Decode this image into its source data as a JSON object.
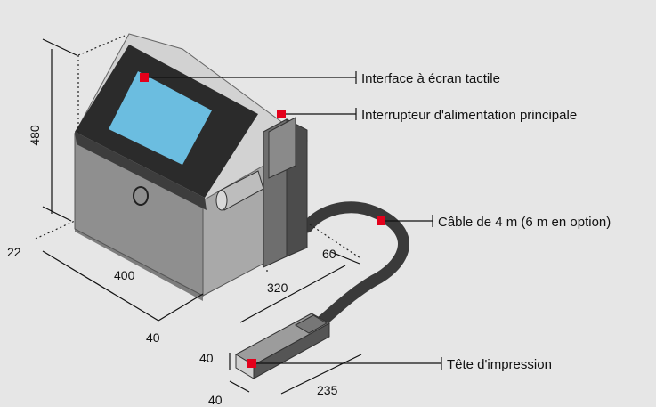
{
  "callouts": {
    "touchscreen": "Interface à écran tactile",
    "power_switch": "Interrupteur d'alimentation principale",
    "cable": "Câble de 4 m (6 m en option)",
    "print_head": "Tête d'impression"
  },
  "dimensions": {
    "height": "480",
    "width": "400",
    "depth": "320",
    "base_offset": "22",
    "base_front": "40",
    "side_depth": "60",
    "head_height": "40",
    "head_width": "40",
    "head_length": "235"
  },
  "colors": {
    "background": "#e6e6e6",
    "body_front": "#8f8f8f",
    "body_side": "#a9a9a9",
    "top": "#d2d2d2",
    "bezel": "#2b2b2b",
    "screen": "#6bbde0",
    "cable": "#3a3a3a",
    "marker": "#e3001b"
  },
  "icons": [
    "red-marker-icon",
    "tick-end-icon"
  ]
}
